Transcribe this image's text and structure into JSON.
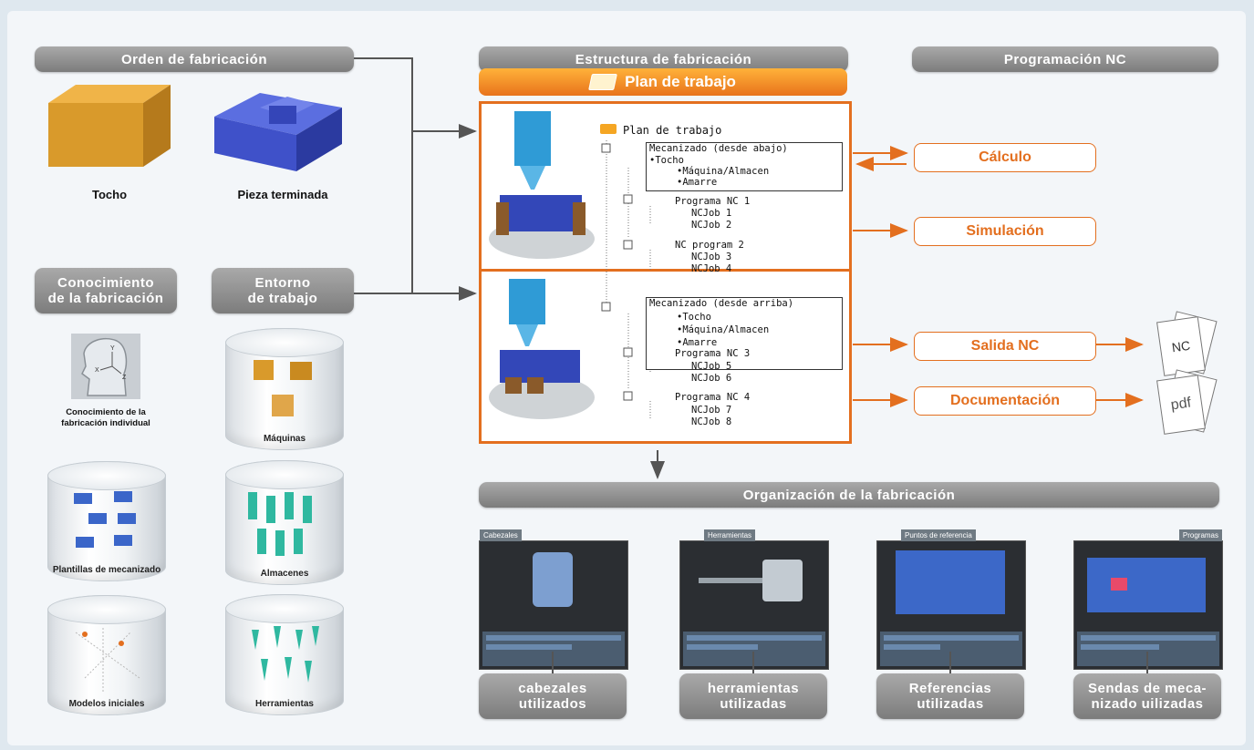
{
  "headers": {
    "orden": "Orden de fabricación",
    "estructura": "Estructura de fabricación",
    "programacion": "Programación NC",
    "conocimiento": "Conocimiento\nde la fabricación",
    "entorno": "Entorno\nde trabajo",
    "organizacion": "Organización de la fabricación"
  },
  "captions": {
    "tocho": "Tocho",
    "pieza": "Pieza terminada",
    "conocimiento_individual": "Conocimiento de la fabricación individual"
  },
  "cylinders": {
    "plantillas": "Plantillas de mecanizado",
    "modelos": "Modelos iniciales",
    "maquinas": "Máquinas",
    "almacenes": "Almacenes",
    "herramientas": "Herramientas"
  },
  "plan_bar": "Plan de trabajo",
  "tree": {
    "root": "Plan de trabajo",
    "op1": "Mecanizado (desde abajo)",
    "op1_items": [
      "•Tocho",
      "•Máquina/Almacen",
      "•Amarre"
    ],
    "prog1": "Programa NC 1",
    "jobs1": [
      "NCJob 1",
      "NCJob 2"
    ],
    "prog2": "NC program 2",
    "jobs2": [
      "NCJob 3",
      "NCJob 4"
    ],
    "op2": "Mecanizado (desde arriba)",
    "op2_items": [
      "•Tocho",
      "•Máquina/Almacen",
      "•Amarre"
    ],
    "prog3": "Programa NC 3",
    "jobs3": [
      "NCJob 5",
      "NCJob 6"
    ],
    "prog4": "Programa NC 4",
    "jobs4": [
      "NCJob 7",
      "NCJob 8"
    ]
  },
  "actions": [
    "Cálculo",
    "Simulación",
    "Salida NC",
    "Documentación"
  ],
  "doc_icons": {
    "nc": "NC",
    "pdf": "pdf"
  },
  "screens": [
    {
      "tag": "Cabezales",
      "caption": "cabezales\nutilizados"
    },
    {
      "tag": "Herramientas",
      "caption": "herramientas\nutilizadas"
    },
    {
      "tag": "Puntos de referencia",
      "caption": "Referencias\nutilizadas"
    },
    {
      "tag": "Programas",
      "caption": "Sendas de meca-\nnizado uilizadas"
    }
  ],
  "colors": {
    "accent": "#e36f1f",
    "header": "#8c8c8c",
    "part": "#3f51c9",
    "stock": "#d99a2b"
  }
}
